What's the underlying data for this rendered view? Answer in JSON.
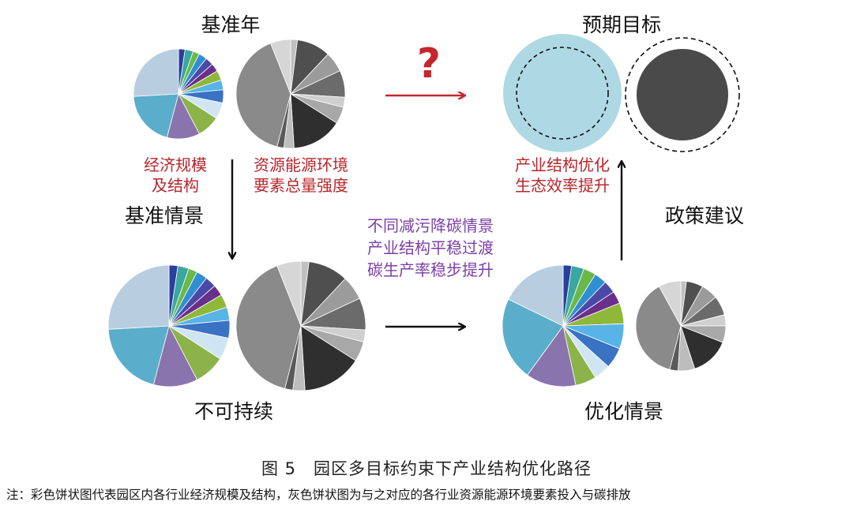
{
  "colors": {
    "red_text": "#b8252b",
    "purple_text": "#7b3fa6",
    "light_blue_circle": "#aed8e4",
    "dark_circle": "#4a4a4a",
    "arrow_red": "#c4262c"
  },
  "labels": {
    "baseline_year": "基准年",
    "expected_goal": "预期目标",
    "question_mark": "?",
    "economy_line1": "经济规模",
    "economy_line2": "及结构",
    "resource_line1": "资源能源环境",
    "resource_line2": "要素总量强度",
    "baseline_scenario": "基准情景",
    "unsustainable": "不可持续",
    "optimized_scenario": "优化情景",
    "policy_advice": "政策建议",
    "goal_line1": "产业结构优化",
    "goal_line2": "生态效率提升",
    "scenario_line1": "不同减污降碳情景",
    "scenario_line2": "产业结构平稳过渡",
    "scenario_line3": "碳生产率稳步提升"
  },
  "caption": "图 5　园区多目标约束下产业结构优化路径",
  "note": "注：彩色饼状图代表园区内各行业经济规模及结构，灰色饼状图为与之对应的各行业资源能源环境要素投入与碳排放",
  "pies": {
    "color_slices": [
      {
        "value": 2,
        "color": "#2a3e9c"
      },
      {
        "value": 2.5,
        "color": "#3aa8a0"
      },
      {
        "value": 2,
        "color": "#6ab84a"
      },
      {
        "value": 2.5,
        "color": "#2f8fd3"
      },
      {
        "value": 2.5,
        "color": "#4b49a8"
      },
      {
        "value": 2.5,
        "color": "#6a2f8a"
      },
      {
        "value": 3,
        "color": "#8fb83a"
      },
      {
        "value": 3,
        "color": "#58b3e6"
      },
      {
        "value": 4,
        "color": "#3a72c4"
      },
      {
        "value": 5,
        "color": "#cfe6f2"
      },
      {
        "value": 7,
        "color": "#8cb34a"
      },
      {
        "value": 10,
        "color": "#8a74ad"
      },
      {
        "value": 17,
        "color": "#5aaecb"
      },
      {
        "value": 22,
        "color": "#b8cde0"
      }
    ],
    "gray_slices": [
      {
        "value": 2,
        "color": "#c0c0c0"
      },
      {
        "value": 10,
        "color": "#4f4f4f"
      },
      {
        "value": 6,
        "color": "#9b9b9b"
      },
      {
        "value": 8,
        "color": "#6b6b6b"
      },
      {
        "value": 3,
        "color": "#cfcfcf"
      },
      {
        "value": 5,
        "color": "#a8a8a8"
      },
      {
        "value": 15,
        "color": "#2f2f2f"
      },
      {
        "value": 3,
        "color": "#bdbdbd"
      },
      {
        "value": 2,
        "color": "#5a5a5a"
      },
      {
        "value": 40,
        "color": "#8a8a8a"
      },
      {
        "value": 6,
        "color": "#d6d6d6"
      }
    ],
    "color_slices_opt": [
      {
        "value": 2,
        "color": "#2a3e9c"
      },
      {
        "value": 3,
        "color": "#3aa8a0"
      },
      {
        "value": 3,
        "color": "#6ab84a"
      },
      {
        "value": 3,
        "color": "#2f8fd3"
      },
      {
        "value": 3,
        "color": "#4b49a8"
      },
      {
        "value": 3,
        "color": "#6a2f8a"
      },
      {
        "value": 5,
        "color": "#8fb83a"
      },
      {
        "value": 6,
        "color": "#58b3e6"
      },
      {
        "value": 5,
        "color": "#3a72c4"
      },
      {
        "value": 4,
        "color": "#cfe6f2"
      },
      {
        "value": 5,
        "color": "#8cb34a"
      },
      {
        "value": 12,
        "color": "#8a74ad"
      },
      {
        "value": 20,
        "color": "#5aaecb"
      },
      {
        "value": 16,
        "color": "#b8cde0"
      }
    ],
    "gray_slices_opt": [
      {
        "value": 2,
        "color": "#c0c0c0"
      },
      {
        "value": 6,
        "color": "#4f4f4f"
      },
      {
        "value": 6,
        "color": "#9b9b9b"
      },
      {
        "value": 7,
        "color": "#6b6b6b"
      },
      {
        "value": 4,
        "color": "#cfcfcf"
      },
      {
        "value": 6,
        "color": "#a8a8a8"
      },
      {
        "value": 14,
        "color": "#2f2f2f"
      },
      {
        "value": 6,
        "color": "#bdbdbd"
      },
      {
        "value": 3,
        "color": "#5a5a5a"
      },
      {
        "value": 38,
        "color": "#8a8a8a"
      },
      {
        "value": 8,
        "color": "#d6d6d6"
      }
    ]
  }
}
